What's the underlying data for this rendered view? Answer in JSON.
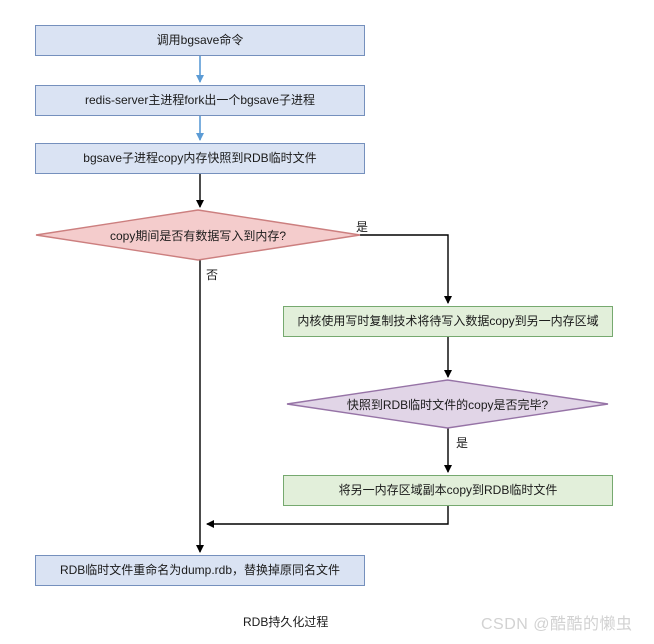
{
  "diagram": {
    "caption": "RDB持久化过程",
    "watermark": "CSDN @酷酷的懒虫",
    "colors": {
      "process_blue_fill": "#dae3f3",
      "process_blue_border": "#7590bd",
      "process_green_fill": "#e2efda",
      "process_green_border": "#76a96f",
      "decision_red_fill": "#f4cccc",
      "decision_red_border": "#cc7f7f",
      "decision_purple_fill": "#e1d5e7",
      "decision_purple_border": "#9673a6",
      "edge_line": "#000000",
      "edge_line_blue": "#5b9bd5",
      "watermark_text": "#d2d2d2"
    },
    "nodes": [
      {
        "id": "call-bgsave",
        "type": "process",
        "style": "blue",
        "label": "调用bgsave命令"
      },
      {
        "id": "fork-child",
        "type": "process",
        "style": "blue",
        "label": "redis-server主进程fork出一个bgsave子进程"
      },
      {
        "id": "copy-snapshot",
        "type": "process",
        "style": "blue",
        "label": "bgsave子进程copy内存快照到RDB临时文件"
      },
      {
        "id": "data-written",
        "type": "decision",
        "style": "red",
        "label": "copy期间是否有数据写入到内存?"
      },
      {
        "id": "copy-on-write",
        "type": "process",
        "style": "green",
        "label": "内核使用写时复制技术将待写入数据copy到另一内存区域"
      },
      {
        "id": "copy-finished",
        "type": "decision",
        "style": "purple",
        "label": "快照到RDB临时文件的copy是否完毕?"
      },
      {
        "id": "copy-replica",
        "type": "process",
        "style": "green",
        "label": "将另一内存区域副本copy到RDB临时文件"
      },
      {
        "id": "rename-dump",
        "type": "process",
        "style": "blue",
        "label": "RDB临时文件重命名为dump.rdb，替换掉原同名文件"
      }
    ],
    "edge_labels": [
      {
        "id": "yes-data-written",
        "label": "是"
      },
      {
        "id": "no-data-written",
        "label": "否"
      },
      {
        "id": "yes-copy-finished",
        "label": "是"
      }
    ]
  }
}
